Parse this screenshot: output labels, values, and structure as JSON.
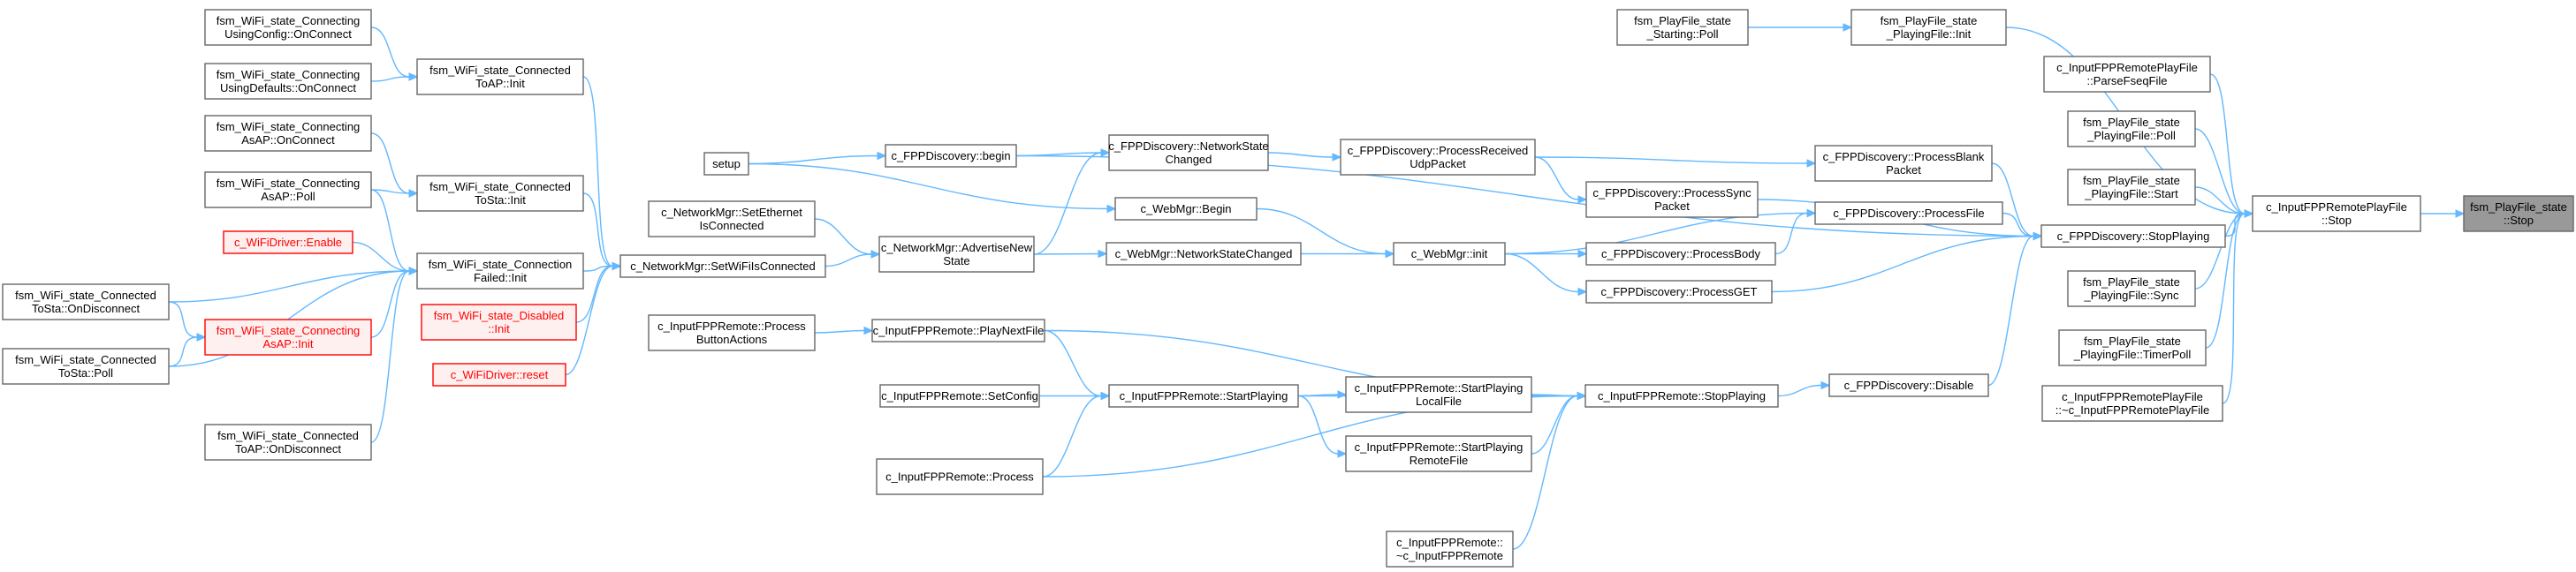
{
  "colors": {
    "edge": "#63b8ff",
    "node_border": "#666666",
    "broken_border": "#ff0000",
    "root_fill": "#999999"
  },
  "nodes": [
    {
      "id": "n1",
      "lines": [
        "fsm_WiFi_state_Connecting",
        "UsingConfig::OnConnect"
      ]
    },
    {
      "id": "n2",
      "lines": [
        "fsm_WiFi_state_Connecting",
        "UsingDefaults::OnConnect"
      ]
    },
    {
      "id": "n3",
      "lines": [
        "fsm_WiFi_state_Connecting",
        "AsAP::OnConnect"
      ]
    },
    {
      "id": "n4",
      "lines": [
        "fsm_WiFi_state_Connecting",
        "AsAP::Poll"
      ]
    },
    {
      "id": "n5",
      "lines": [
        "c_WiFiDriver::Enable"
      ],
      "broken": true
    },
    {
      "id": "n6",
      "lines": [
        "fsm_WiFi_state_Connected",
        "ToSta::OnDisconnect"
      ]
    },
    {
      "id": "n7",
      "lines": [
        "fsm_WiFi_state_Connecting",
        "AsAP::Init"
      ],
      "broken": true
    },
    {
      "id": "n8",
      "lines": [
        "fsm_WiFi_state_Connected",
        "ToSta::Poll"
      ]
    },
    {
      "id": "n9",
      "lines": [
        "fsm_WiFi_state_Connected",
        "ToAP::OnDisconnect"
      ]
    },
    {
      "id": "n10",
      "lines": [
        "fsm_WiFi_state_Connected",
        "ToAP::Init"
      ]
    },
    {
      "id": "n11",
      "lines": [
        "fsm_WiFi_state_Connected",
        "ToSta::Init"
      ]
    },
    {
      "id": "n12",
      "lines": [
        "fsm_WiFi_state_Connection",
        "Failed::Init"
      ]
    },
    {
      "id": "n13",
      "lines": [
        "fsm_WiFi_state_Disabled",
        "::Init"
      ],
      "broken": true
    },
    {
      "id": "n14",
      "lines": [
        "c_WiFiDriver::reset"
      ],
      "broken": true
    },
    {
      "id": "n15",
      "lines": [
        "c_NetworkMgr::SetWiFiIsConnected"
      ]
    },
    {
      "id": "n16",
      "lines": [
        "setup"
      ]
    },
    {
      "id": "n17",
      "lines": [
        "c_NetworkMgr::SetEthernet",
        "IsConnected"
      ]
    },
    {
      "id": "n18",
      "lines": [
        "c_InputFPPRemote::Process",
        "ButtonActions"
      ]
    },
    {
      "id": "n19",
      "lines": [
        "c_FPPDiscovery::begin"
      ]
    },
    {
      "id": "n20",
      "lines": [
        "c_NetworkMgr::AdvertiseNew",
        "State"
      ]
    },
    {
      "id": "n21",
      "lines": [
        "c_InputFPPRemote::PlayNextFile"
      ]
    },
    {
      "id": "n22",
      "lines": [
        "c_InputFPPRemote::SetConfig"
      ]
    },
    {
      "id": "n23",
      "lines": [
        "c_InputFPPRemote::Process"
      ]
    },
    {
      "id": "n24",
      "lines": [
        "c_FPPDiscovery::NetworkState",
        "Changed"
      ]
    },
    {
      "id": "n25",
      "lines": [
        "c_WebMgr::Begin"
      ]
    },
    {
      "id": "n26",
      "lines": [
        "c_WebMgr::NetworkStateChanged"
      ]
    },
    {
      "id": "n27",
      "lines": [
        "c_InputFPPRemote::StartPlaying"
      ]
    },
    {
      "id": "n28",
      "lines": [
        "c_FPPDiscovery::ProcessReceived",
        "UdpPacket"
      ]
    },
    {
      "id": "n29",
      "lines": [
        "c_WebMgr::init"
      ]
    },
    {
      "id": "n30",
      "lines": [
        "c_InputFPPRemote::StartPlaying",
        "LocalFile"
      ]
    },
    {
      "id": "n31",
      "lines": [
        "c_InputFPPRemote::StartPlaying",
        "RemoteFile"
      ]
    },
    {
      "id": "n32",
      "lines": [
        "c_InputFPPRemote::",
        "~c_InputFPPRemote"
      ]
    },
    {
      "id": "n33",
      "lines": [
        "fsm_PlayFile_state",
        "_Starting::Poll"
      ]
    },
    {
      "id": "n34",
      "lines": [
        "c_FPPDiscovery::ProcessSync",
        "Packet"
      ]
    },
    {
      "id": "n35",
      "lines": [
        "c_FPPDiscovery::ProcessBody"
      ]
    },
    {
      "id": "n36",
      "lines": [
        "c_FPPDiscovery::ProcessGET"
      ]
    },
    {
      "id": "n37",
      "lines": [
        "c_InputFPPRemote::StopPlaying"
      ]
    },
    {
      "id": "n38",
      "lines": [
        "fsm_PlayFile_state",
        "_PlayingFile::Init"
      ]
    },
    {
      "id": "n39",
      "lines": [
        "c_FPPDiscovery::ProcessBlank",
        "Packet"
      ]
    },
    {
      "id": "n40",
      "lines": [
        "c_FPPDiscovery::ProcessFile"
      ]
    },
    {
      "id": "n41",
      "lines": [
        "c_FPPDiscovery::Disable"
      ]
    },
    {
      "id": "n42",
      "lines": [
        "c_InputFPPRemotePlayFile",
        "::ParseFseqFile"
      ]
    },
    {
      "id": "n43",
      "lines": [
        "fsm_PlayFile_state",
        "_PlayingFile::Poll"
      ]
    },
    {
      "id": "n44",
      "lines": [
        "fsm_PlayFile_state",
        "_PlayingFile::Start"
      ]
    },
    {
      "id": "n45",
      "lines": [
        "c_FPPDiscovery::StopPlaying"
      ]
    },
    {
      "id": "n46",
      "lines": [
        "fsm_PlayFile_state",
        "_PlayingFile::Sync"
      ]
    },
    {
      "id": "n47",
      "lines": [
        "fsm_PlayFile_state",
        "_PlayingFile::TimerPoll"
      ]
    },
    {
      "id": "n48",
      "lines": [
        "c_InputFPPRemotePlayFile",
        "::~c_InputFPPRemotePlayFile"
      ]
    },
    {
      "id": "n49",
      "lines": [
        "c_InputFPPRemotePlayFile",
        "::Stop"
      ]
    },
    {
      "id": "n50",
      "lines": [
        "fsm_PlayFile_state",
        "::Stop"
      ],
      "root": true
    }
  ],
  "edges": [
    [
      "n1",
      "n10"
    ],
    [
      "n2",
      "n10"
    ],
    [
      "n3",
      "n11"
    ],
    [
      "n4",
      "n11"
    ],
    [
      "n4",
      "n12"
    ],
    [
      "n5",
      "n12"
    ],
    [
      "n6",
      "n12"
    ],
    [
      "n6",
      "n7"
    ],
    [
      "n8",
      "n7"
    ],
    [
      "n8",
      "n12"
    ],
    [
      "n7",
      "n12"
    ],
    [
      "n9",
      "n12"
    ],
    [
      "n10",
      "n15"
    ],
    [
      "n11",
      "n15"
    ],
    [
      "n12",
      "n15"
    ],
    [
      "n13",
      "n15"
    ],
    [
      "n14",
      "n15"
    ],
    [
      "n16",
      "n19"
    ],
    [
      "n16",
      "n25"
    ],
    [
      "n17",
      "n20"
    ],
    [
      "n15",
      "n20"
    ],
    [
      "n18",
      "n21"
    ],
    [
      "n19",
      "n24"
    ],
    [
      "n20",
      "n24"
    ],
    [
      "n20",
      "n26"
    ],
    [
      "n21",
      "n27"
    ],
    [
      "n22",
      "n27"
    ],
    [
      "n23",
      "n27"
    ],
    [
      "n24",
      "n28"
    ],
    [
      "n25",
      "n29"
    ],
    [
      "n26",
      "n29"
    ],
    [
      "n27",
      "n30"
    ],
    [
      "n27",
      "n31"
    ],
    [
      "n28",
      "n39"
    ],
    [
      "n28",
      "n34"
    ],
    [
      "n29",
      "n40"
    ],
    [
      "n29",
      "n35"
    ],
    [
      "n29",
      "n36"
    ],
    [
      "n30",
      "n37"
    ],
    [
      "n31",
      "n37"
    ],
    [
      "n23",
      "n37"
    ],
    [
      "n32",
      "n37"
    ],
    [
      "n27",
      "n37"
    ],
    [
      "n21",
      "n37"
    ],
    [
      "n33",
      "n38"
    ],
    [
      "n19",
      "n45"
    ],
    [
      "n34",
      "n45"
    ],
    [
      "n39",
      "n45"
    ],
    [
      "n35",
      "n40"
    ],
    [
      "n36",
      "n45"
    ],
    [
      "n40",
      "n45"
    ],
    [
      "n37",
      "n41"
    ],
    [
      "n41",
      "n45"
    ],
    [
      "n38",
      "n49"
    ],
    [
      "n42",
      "n49"
    ],
    [
      "n43",
      "n49"
    ],
    [
      "n44",
      "n49"
    ],
    [
      "n45",
      "n49"
    ],
    [
      "n46",
      "n49"
    ],
    [
      "n47",
      "n49"
    ],
    [
      "n48",
      "n49"
    ],
    [
      "n49",
      "n50"
    ]
  ]
}
